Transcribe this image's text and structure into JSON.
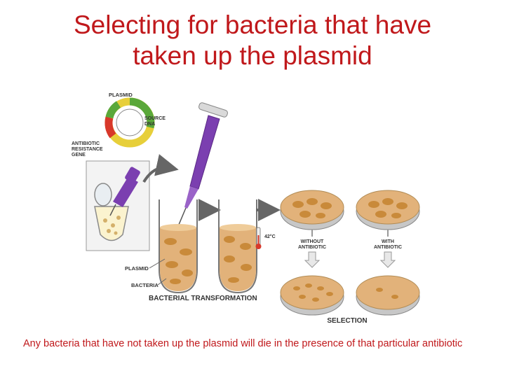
{
  "title": {
    "line1": "Selecting for bacteria that have",
    "line2": "taken up the plasmid"
  },
  "diagram": {
    "labels": {
      "plasmid_top": "PLASMID",
      "source_dna_1": "SOURCE",
      "source_dna_2": "DNA",
      "antibiotic_1": "ANTIBIOTIC",
      "antibiotic_2": "RESISTANCE",
      "antibiotic_3": "GENE",
      "temperature": "42°C",
      "plasmid_bottom": "PLASMID",
      "bacteria": "BACTERIA",
      "transformation": "BACTERIAL TRANSFORMATION",
      "without_1": "WITHOUT",
      "without_2": "ANTIBIOTIC",
      "with_1": "WITH",
      "with_2": "ANTIBIOTIC",
      "selection": "SELECTION"
    },
    "colors": {
      "pipette": "#7b3fb0",
      "dish_agar": "#e2b27a",
      "colony": "#c98a3a",
      "plasmid_green": "#5aa83a",
      "plasmid_yellow": "#e7cf3a",
      "plasmid_red": "#d8382a"
    }
  },
  "caption": "Any bacteria that have not taken up the plasmid will die in the presence of that particular antibiotic"
}
